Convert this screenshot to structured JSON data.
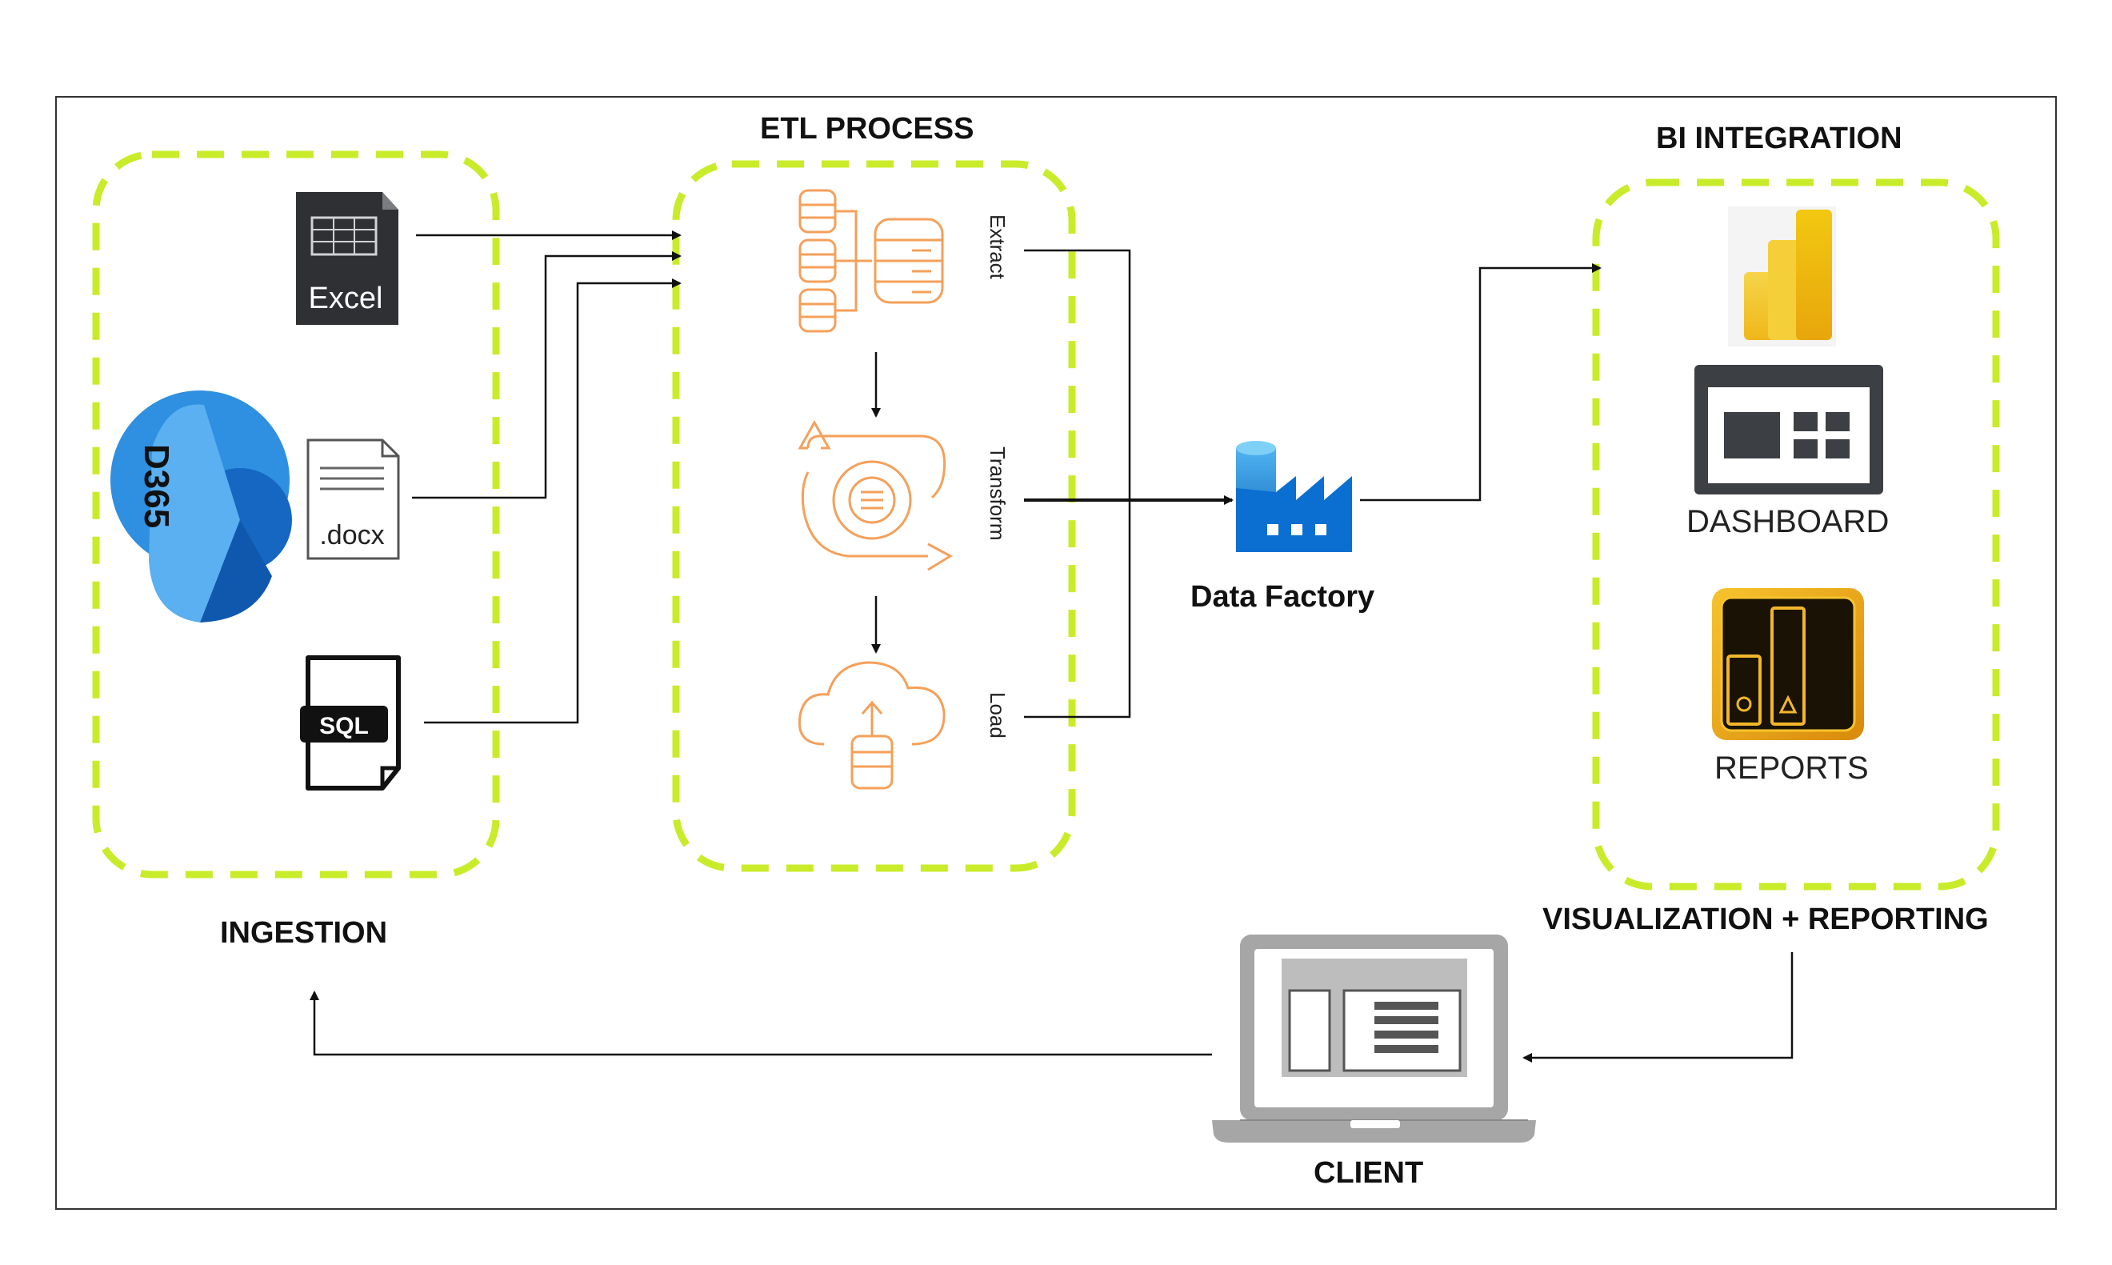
{
  "sections": {
    "ingestion": "INGESTION",
    "etl": "ETL PROCESS",
    "bi": "BI INTEGRATION",
    "visualization": "VISUALIZATION + REPORTING",
    "client": "CLIENT"
  },
  "sources": {
    "excel": "Excel",
    "d365": "D365",
    "docx": ".docx",
    "sql": "SQL"
  },
  "etl_steps": [
    "Extract",
    "Transform",
    "Load"
  ],
  "data_factory": "Data Factory",
  "bi_items": {
    "dashboard": "DASHBOARD",
    "reports": "REPORTS"
  },
  "colors": {
    "group_border": "#c8ec2a",
    "etl_icon": "#f5a05a",
    "azure_blue": "#0a6fd1",
    "powerbi_yellow": "#f2c811"
  }
}
